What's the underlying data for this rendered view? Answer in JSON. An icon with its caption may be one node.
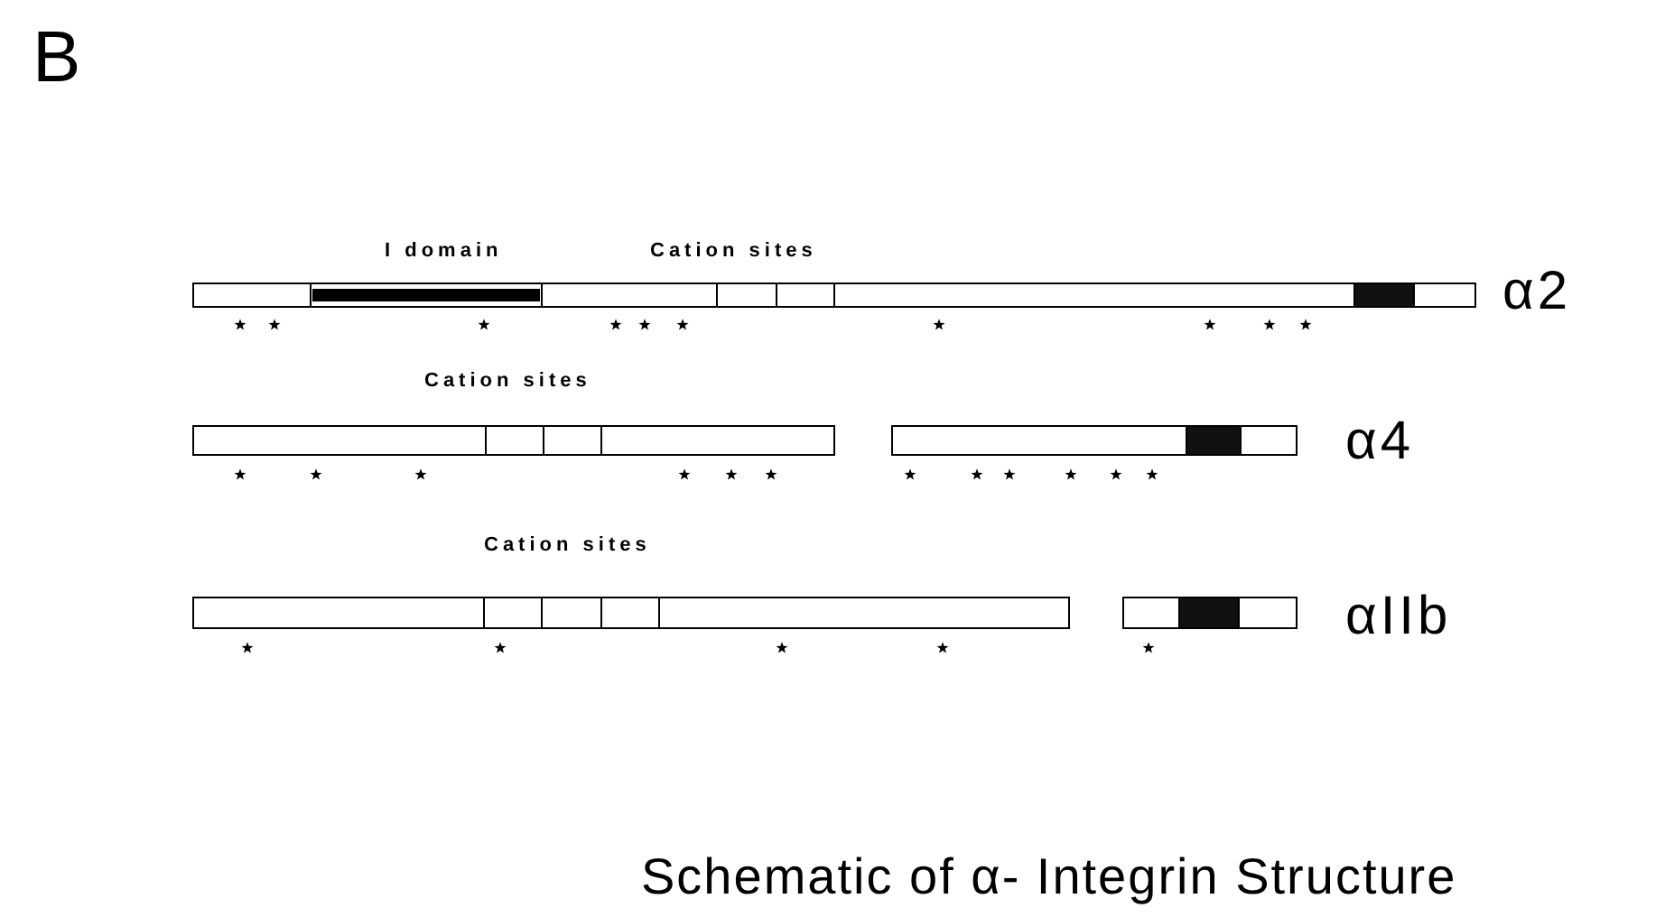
{
  "diagram": {
    "caption": "Schematic of α- Integrin Structure",
    "labels": [
      "B",
      "I domain",
      "Cation sites",
      "α2",
      "Cation sites",
      "α4",
      "Cation sites",
      "αIIb"
    ]
  }
}
